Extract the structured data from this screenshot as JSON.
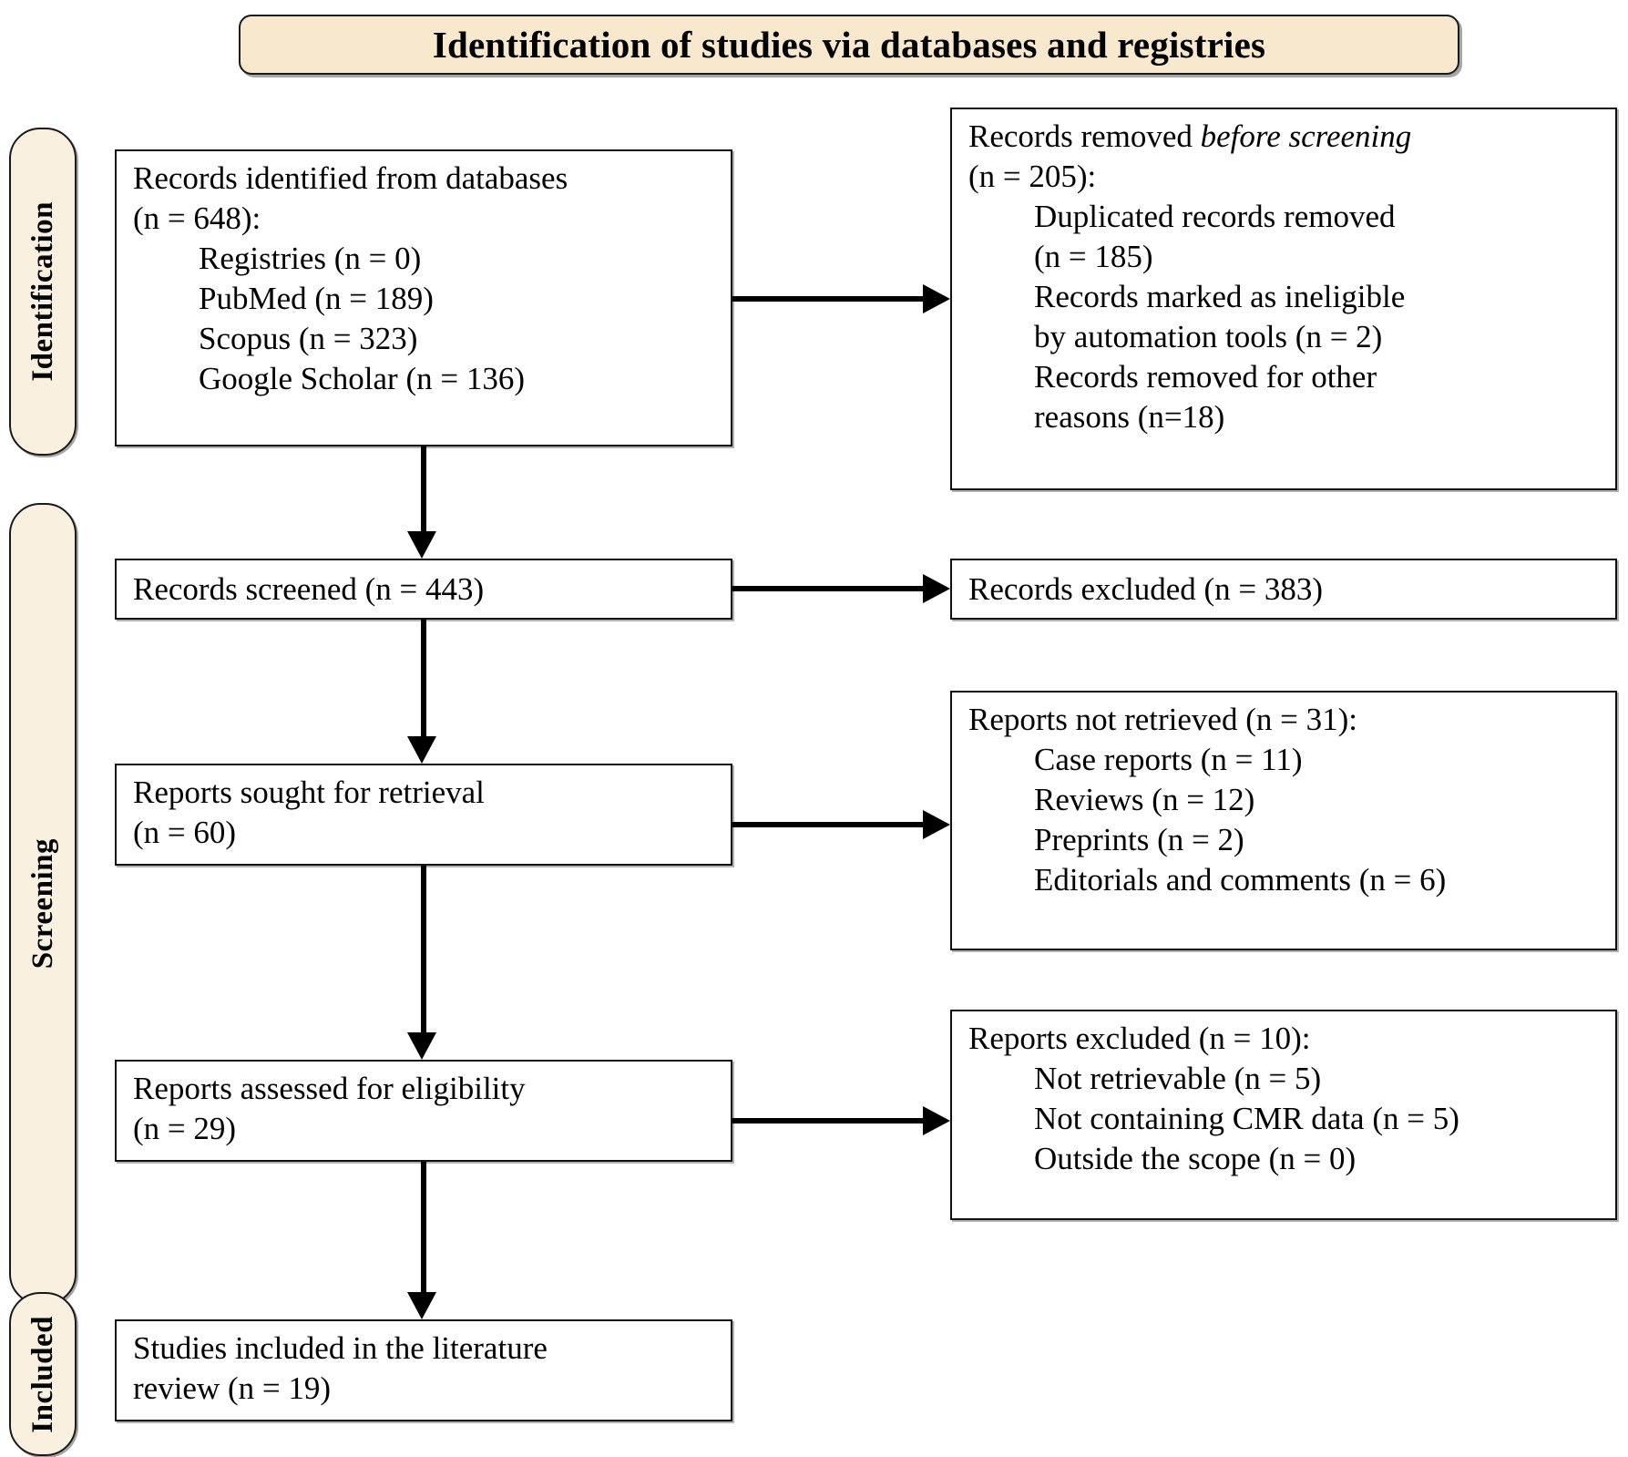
{
  "banner": {
    "title": "Identification of studies via databases and registries"
  },
  "stages": [
    {
      "id": "identification",
      "label": "Identification"
    },
    {
      "id": "screening",
      "label": "Screening"
    },
    {
      "id": "included",
      "label": "Included"
    }
  ],
  "boxes": {
    "records_identified": {
      "lines": [
        {
          "text": "Records identified from databases",
          "indent": false
        },
        {
          "text": "(n = 648):",
          "indent": false
        },
        {
          "text": "Registries (n = 0)",
          "indent": true
        },
        {
          "text": "PubMed (n = 189)",
          "indent": true
        },
        {
          "text": "Scopus (n = 323)",
          "indent": true
        },
        {
          "text": "Google Scholar (n = 136)",
          "indent": true
        }
      ]
    },
    "records_removed": {
      "lead_plain": "Records removed ",
      "lead_italic": "before screening",
      "lines": [
        {
          "text": "(n = 205):",
          "indent": false
        },
        {
          "text": "Duplicated records removed",
          "indent": true
        },
        {
          "text": "(n = 185)",
          "indent": true
        },
        {
          "text": "Records marked as ineligible",
          "indent": true
        },
        {
          "text": "by automation tools (n = 2)",
          "indent": true
        },
        {
          "text": "Records removed for other",
          "indent": true
        },
        {
          "text": "reasons (n=18)",
          "indent": true
        }
      ]
    },
    "records_screened": {
      "lines": [
        {
          "text": "Records screened (n = 443)",
          "indent": false
        }
      ]
    },
    "records_excluded": {
      "lines": [
        {
          "text": "Records excluded (n = 383)",
          "indent": false
        }
      ]
    },
    "reports_sought": {
      "lines": [
        {
          "text": "Reports sought for retrieval",
          "indent": false
        },
        {
          "text": "(n = 60)",
          "indent": false
        }
      ]
    },
    "reports_not_retrieved": {
      "lines": [
        {
          "text": "Reports not retrieved (n = 31):",
          "indent": false
        },
        {
          "text": "Case reports (n = 11)",
          "indent": true
        },
        {
          "text": "Reviews (n = 12)",
          "indent": true
        },
        {
          "text": "Preprints (n = 2)",
          "indent": true
        },
        {
          "text": "Editorials and comments (n = 6)",
          "indent": true
        }
      ]
    },
    "reports_assessed": {
      "lines": [
        {
          "text": "Reports assessed for eligibility",
          "indent": false
        },
        {
          "text": "(n = 29)",
          "indent": false
        }
      ]
    },
    "reports_excluded": {
      "lines": [
        {
          "text": "Reports excluded (n = 10):",
          "indent": false
        },
        {
          "text": "Not retrievable (n = 5)",
          "indent": true
        },
        {
          "text": "Not containing CMR data (n = 5)",
          "indent": true
        },
        {
          "text": "Outside the scope (n = 0)",
          "indent": true
        }
      ]
    },
    "studies_included": {
      "lines": [
        {
          "text": "Studies included in the literature",
          "indent": false
        },
        {
          "text": "review (n = 19)",
          "indent": false
        }
      ]
    }
  },
  "colors": {
    "banner_fill": "#f7e8ce",
    "pill_fill": "#faf0e0",
    "stroke": "#111111",
    "box_fill": "#ffffff"
  }
}
